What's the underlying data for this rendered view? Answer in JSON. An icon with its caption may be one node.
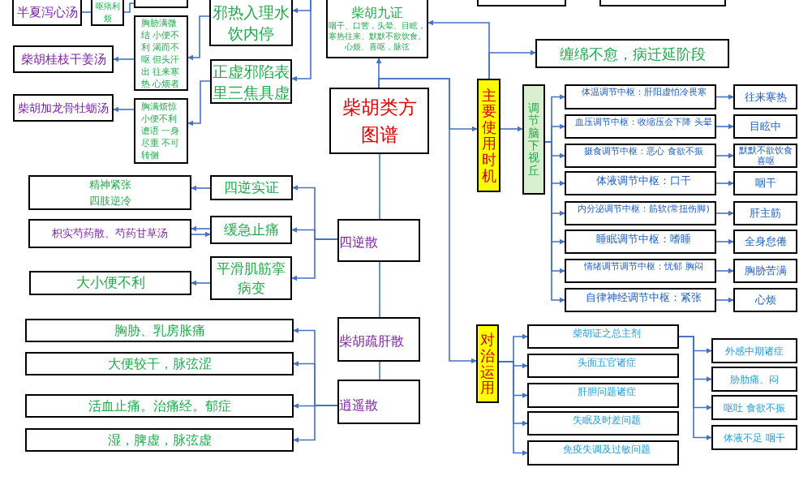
{
  "diagram": {
    "nodes": [
      {
        "text": [
          "半夏泻心汤"
        ]
      },
      {
        "text": [
          "呕痞利烦"
        ]
      },
      {
        "text": [],
        "shape": "box"
      },
      {
        "text": [
          "邪热入理水饮内停"
        ]
      },
      {
        "text": [
          "胸胁满微结 小便不利 渴而不呕 但头汗出 往来寒热 心烦者"
        ]
      },
      {
        "text": [
          "柴胡桂枝干姜汤"
        ]
      },
      {
        "text": [
          "正虚邪陷表里三焦具虚"
        ]
      },
      {
        "text": [
          "胸满烦惊小便不利谵语 一身尽重 不可转侧"
        ]
      },
      {
        "text": [
          "柴胡加龙骨牡蛎汤"
        ]
      },
      {
        "text": [
          "柴胡九证",
          "咽干、口苦，头晕、目眩，寒热往来、默默不欲饮食。心烦、喜呕，脉弦"
        ]
      },
      {
        "text": [],
        "shape": "box"
      },
      {
        "text": [],
        "shape": "box"
      },
      {
        "text": [
          "缠绵不愈，病迁延阶段"
        ]
      },
      {
        "text": [
          "柴胡类方图谱"
        ]
      },
      {
        "text": [
          "主要使用时机"
        ]
      },
      {
        "text": [
          "调节脑下视丘"
        ]
      },
      {
        "text": [
          "体温调节中枢：肝阳虚怕冷畏寒"
        ]
      },
      {
        "text": [
          "往来寒热"
        ]
      },
      {
        "text": [
          "血压调节中枢：收缩压会下降 头晕"
        ]
      },
      {
        "text": [
          "目眩中"
        ]
      },
      {
        "text": [
          "摄食调节中枢：恶心 食欲不振"
        ]
      },
      {
        "text": [
          "默默不欲饮食喜呕"
        ]
      },
      {
        "text": [
          "体液调节中枢：口干"
        ]
      },
      {
        "text": [
          "咽干"
        ]
      },
      {
        "text": [
          "内分泌调节中枢：筋软(常扭伤脚)"
        ]
      },
      {
        "text": [
          "肝主筋"
        ]
      },
      {
        "text": [
          "睡眠调节中枢：嗜睡"
        ]
      },
      {
        "text": [
          "全身怠倦"
        ]
      },
      {
        "text": [
          "情绪调节调节中枢：忧郁 胸闷"
        ]
      },
      {
        "text": [
          "胸胁苦满"
        ]
      },
      {
        "text": [
          "自律神经调节中枢：紧张"
        ]
      },
      {
        "text": [
          "心烦"
        ]
      },
      {
        "text": [
          "四逆散"
        ]
      },
      {
        "text": [
          "四逆实证"
        ]
      },
      {
        "text": [
          "精神紧张",
          "四肢逆冷"
        ]
      },
      {
        "text": [
          "缓急止痛"
        ]
      },
      {
        "text": [
          "枳实芍药散、芍药甘草汤"
        ]
      },
      {
        "text": [
          "平滑肌筋挛病变"
        ]
      },
      {
        "text": [
          "大小便不利"
        ]
      },
      {
        "text": [
          "柴胡疏肝散"
        ]
      },
      {
        "text": [
          "逍遥散"
        ]
      },
      {
        "text": [
          "胸胁、乳房胀痛"
        ]
      },
      {
        "text": [
          "大便较干，脉弦涩"
        ]
      },
      {
        "text": [
          "活血止痛。治痛经。郁症"
        ]
      },
      {
        "text": [
          "湿，脾虚，脉弦虚"
        ]
      },
      {
        "text": [
          "对治运用"
        ]
      },
      {
        "text": [
          "柴胡证之总主剂"
        ]
      },
      {
        "text": [
          "头面五官诸症"
        ]
      },
      {
        "text": [
          "肝胆问题诸症"
        ]
      },
      {
        "text": [
          "失眠及时差问题"
        ]
      },
      {
        "text": [
          "免疫失调及过敏问题"
        ]
      },
      {
        "text": [
          "外感中期诸症"
        ]
      },
      {
        "text": [
          "胁肋痛、闷"
        ]
      },
      {
        "text": [
          "呕吐 食欲不振"
        ]
      },
      {
        "text": [
          "体液不足 咽干"
        ]
      }
    ],
    "edges": [
      {
        "from": 1,
        "to": 0,
        "arrow": "none"
      },
      {
        "from": 2,
        "to": 1,
        "arrow": "none"
      },
      {
        "from": 3,
        "to": 4,
        "arrow": "to"
      },
      {
        "from": 4,
        "to": 5,
        "arrow": "to"
      },
      {
        "from": 6,
        "to": 7,
        "arrow": "to"
      },
      {
        "from": 7,
        "to": 8,
        "arrow": "to"
      },
      {
        "from": null,
        "to": 3,
        "arrow": "to"
      },
      {
        "from": null,
        "to": 6,
        "arrow": "to"
      },
      {
        "from": 13,
        "to": 9,
        "arrow": "to"
      },
      {
        "from": 13,
        "to": 14,
        "arrow": "to"
      },
      {
        "from": 13,
        "to": 45,
        "arrow": "to"
      },
      {
        "from": 14,
        "to": 9,
        "arrow": "to"
      },
      {
        "from": 14,
        "to": 12,
        "arrow": "to"
      },
      {
        "from": 14,
        "to": 15,
        "arrow": "to"
      },
      {
        "from": 15,
        "to": 16,
        "arrow": "to"
      },
      {
        "from": 15,
        "to": 18,
        "arrow": "to"
      },
      {
        "from": 15,
        "to": 20,
        "arrow": "to"
      },
      {
        "from": 15,
        "to": 22,
        "arrow": "to"
      },
      {
        "from": 15,
        "to": 24,
        "arrow": "to"
      },
      {
        "from": 15,
        "to": 26,
        "arrow": "to"
      },
      {
        "from": 15,
        "to": 28,
        "arrow": "to"
      },
      {
        "from": 15,
        "to": 30,
        "arrow": "to"
      },
      {
        "from": 16,
        "to": 17,
        "arrow": "to"
      },
      {
        "from": 18,
        "to": 19,
        "arrow": "to"
      },
      {
        "from": 20,
        "to": 21,
        "arrow": "to"
      },
      {
        "from": 22,
        "to": 23,
        "arrow": "to"
      },
      {
        "from": 24,
        "to": 25,
        "arrow": "to"
      },
      {
        "from": 26,
        "to": 27,
        "arrow": "to"
      },
      {
        "from": 28,
        "to": 29,
        "arrow": "to"
      },
      {
        "from": 30,
        "to": 31,
        "arrow": "to"
      },
      {
        "from": 13,
        "to": 32,
        "arrow": "none"
      },
      {
        "from": 32,
        "to": 39,
        "arrow": "none"
      },
      {
        "from": 39,
        "to": 40,
        "arrow": "none"
      },
      {
        "from": 32,
        "to": 33,
        "arrow": "to"
      },
      {
        "from": 32,
        "to": 35,
        "arrow": "to"
      },
      {
        "from": 32,
        "to": 37,
        "arrow": "to"
      },
      {
        "from": 33,
        "to": 34,
        "arrow": "to"
      },
      {
        "from": 35,
        "to": 36,
        "arrow": "to"
      },
      {
        "from": 36,
        "to": 35,
        "arrow": "to"
      },
      {
        "from": 37,
        "to": 38,
        "arrow": "to"
      },
      {
        "from": 40,
        "to": 41,
        "arrow": "to"
      },
      {
        "from": 40,
        "to": 42,
        "arrow": "to"
      },
      {
        "from": 40,
        "to": 43,
        "arrow": "to"
      },
      {
        "from": 40,
        "to": 44,
        "arrow": "to"
      },
      {
        "from": 45,
        "to": 46,
        "arrow": "to"
      },
      {
        "from": 45,
        "to": 47,
        "arrow": "to"
      },
      {
        "from": 45,
        "to": 48,
        "arrow": "to"
      },
      {
        "from": 45,
        "to": 49,
        "arrow": "to"
      },
      {
        "from": 45,
        "to": 50,
        "arrow": "to"
      },
      {
        "from": 46,
        "to": 51,
        "arrow": "to"
      },
      {
        "from": 46,
        "to": 52,
        "arrow": "to"
      },
      {
        "from": 46,
        "to": 53,
        "arrow": "to"
      },
      {
        "from": 46,
        "to": 54,
        "arrow": "to"
      }
    ]
  }
}
